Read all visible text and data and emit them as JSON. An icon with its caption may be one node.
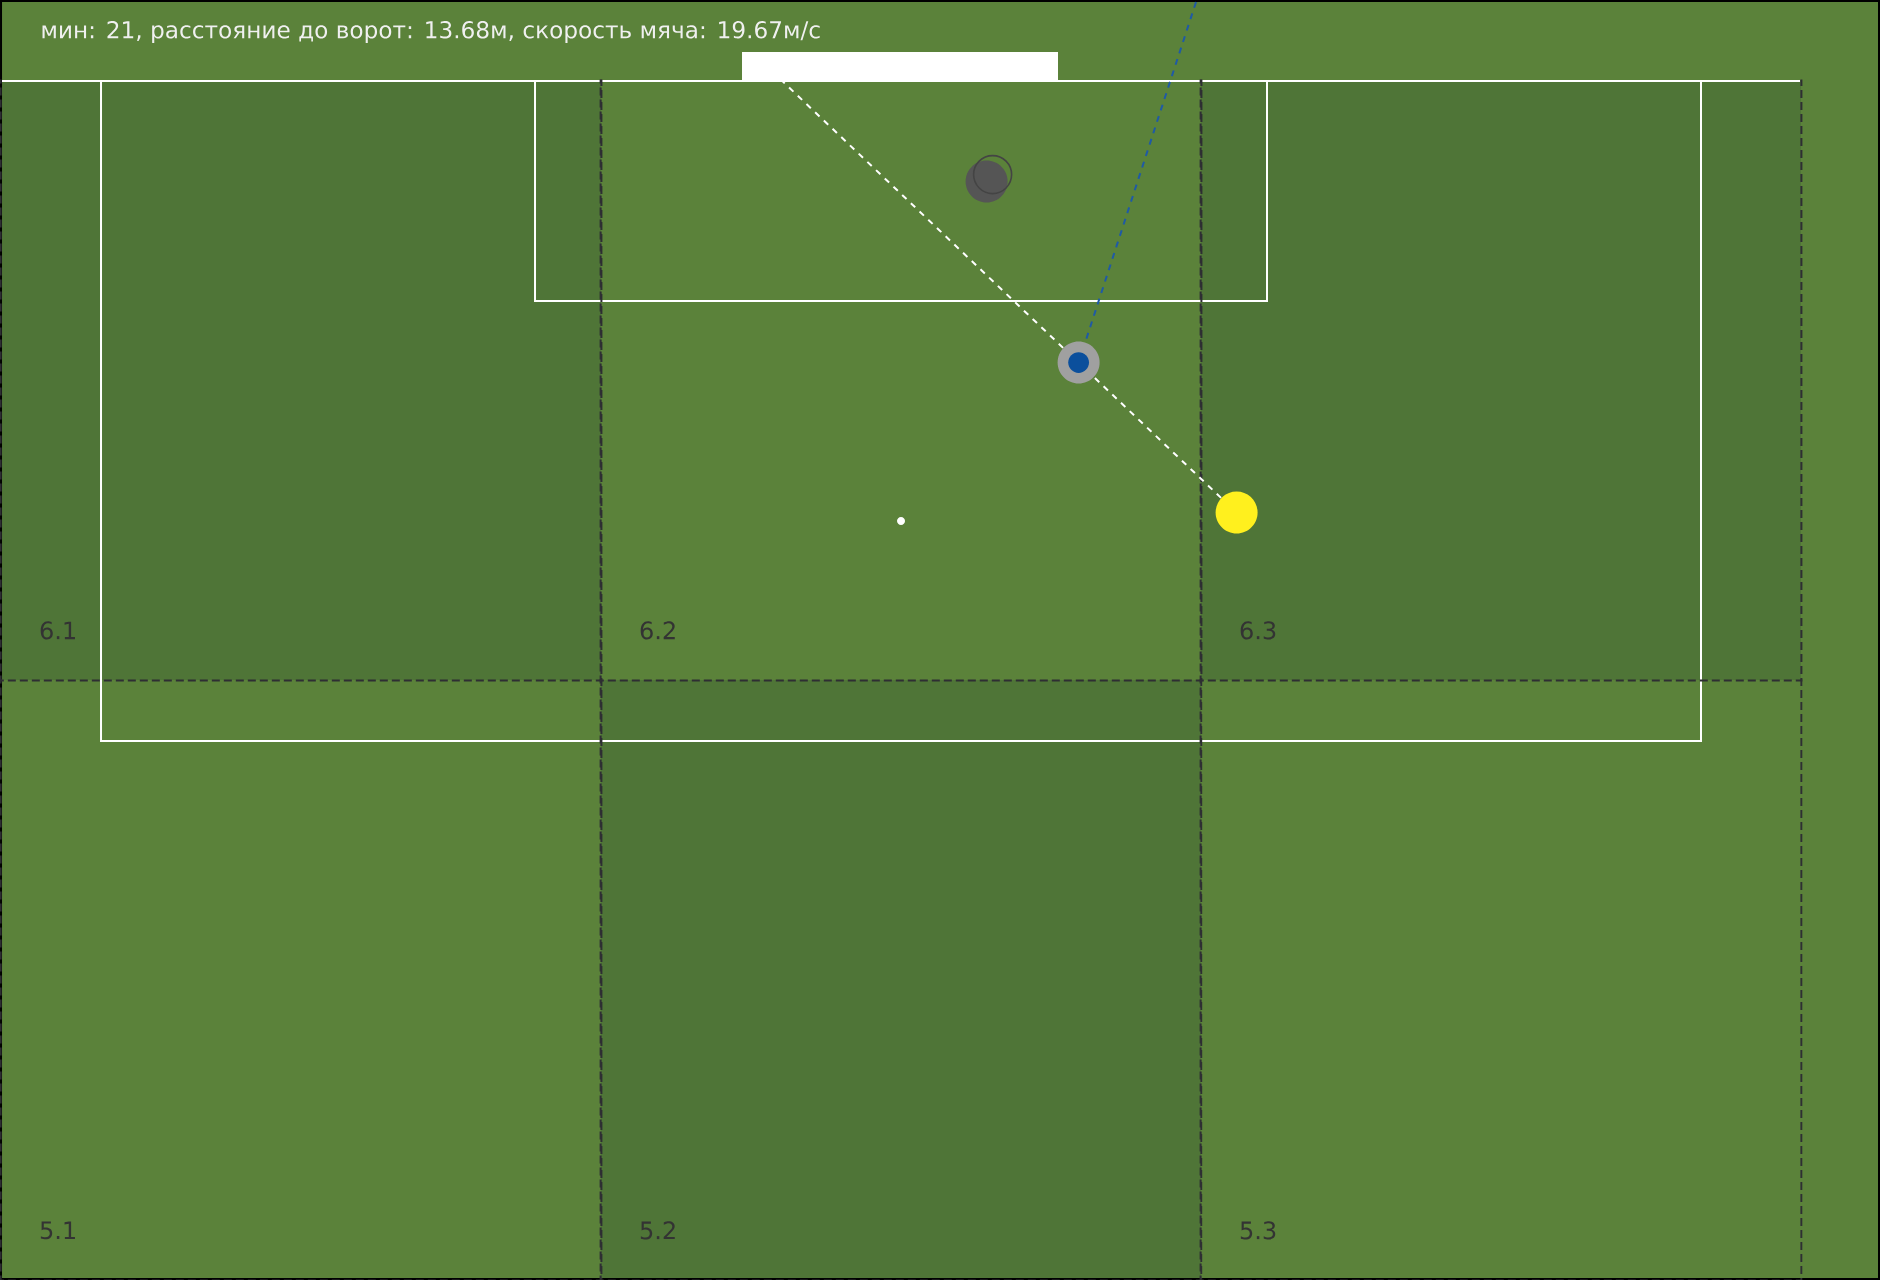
{
  "diagram": {
    "title": "мин: 21, расстояние до ворот: 13.68м, скорость мяча: 19.67м/с",
    "nodes": [
      {
        "text": [
          "6.1"
        ]
      },
      {
        "text": [
          "6.2"
        ]
      },
      {
        "text": [
          "6.3"
        ]
      },
      {
        "text": [
          "5.1"
        ]
      },
      {
        "text": [
          "5.2"
        ]
      },
      {
        "text": [
          "5.3"
        ]
      },
      {
        "text": [],
        "shape": "bar"
      },
      {
        "text": [],
        "shape": "circle",
        "in": 1
      },
      {
        "text": [],
        "shape": "circle",
        "in": 1
      },
      {
        "text": [],
        "shape": "circle",
        "in": 2
      }
    ],
    "edges": [
      {
        "from": 9,
        "to": 8,
        "arrow": "none",
        "style": "dashed"
      },
      {
        "from": 8,
        "to": 6,
        "arrow": "none",
        "style": "dashed"
      },
      {
        "from": null,
        "to": 8,
        "arrow": "none",
        "style": "dashed",
        "color": "#1f5aa6"
      }
    ]
  }
}
